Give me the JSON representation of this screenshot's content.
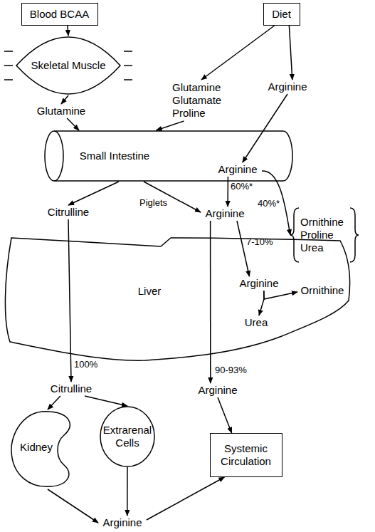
{
  "diagram": {
    "nodes": [
      {
        "text": [
          "Blood BCAA"
        ]
      },
      {
        "text": [
          "Diet"
        ]
      },
      {
        "text": [
          "Skeletal Muscle"
        ]
      },
      {
        "text": [
          "Glutamine"
        ]
      },
      {
        "text": [
          "Glutamine Glutamate Proline"
        ]
      },
      {
        "text": [
          "Arginine"
        ]
      },
      {
        "text": [
          "Small Intestine"
        ]
      },
      {
        "text": [
          "Arginine"
        ],
        "in": 6
      },
      {
        "text": [
          "Citrulline"
        ]
      },
      {
        "text": [
          "Arginine"
        ]
      },
      {
        "text": [
          "Ornithine Proline Urea"
        ]
      },
      {
        "text": [
          "Liver"
        ]
      },
      {
        "text": [
          "Arginine"
        ],
        "in": 11
      },
      {
        "text": [
          "Ornithine"
        ],
        "in": 11
      },
      {
        "text": [
          "Urea"
        ],
        "in": 11
      },
      {
        "text": [
          "Citrulline"
        ]
      },
      {
        "text": [
          "Arginine"
        ]
      },
      {
        "text": [
          "Kidney"
        ]
      },
      {
        "text": [
          "Extrarenal Cells"
        ]
      },
      {
        "text": [
          "Systemic Circulation"
        ]
      },
      {
        "text": [
          "Arginine"
        ]
      }
    ],
    "edges": [
      {
        "from": 0,
        "to": 2,
        "arrow": "to"
      },
      {
        "from": 1,
        "to": 4,
        "arrow": "to"
      },
      {
        "from": 1,
        "to": 5,
        "arrow": "to"
      },
      {
        "from": 2,
        "to": 3,
        "arrow": "to"
      },
      {
        "from": 3,
        "to": 6,
        "arrow": "to"
      },
      {
        "from": 4,
        "to": 6,
        "arrow": "to"
      },
      {
        "from": 5,
        "to": 7,
        "arrow": "to"
      },
      {
        "from": 6,
        "to": 8,
        "arrow": "to"
      },
      {
        "from": 6,
        "to": 9,
        "label": "Piglets",
        "arrow": "to"
      },
      {
        "from": 7,
        "to": 9,
        "label": "60%*",
        "arrow": "to"
      },
      {
        "from": 7,
        "to": 10,
        "label": "40%*",
        "arrow": "to"
      },
      {
        "from": 9,
        "to": 12,
        "label": "7-10%",
        "arrow": "to"
      },
      {
        "from": 12,
        "to": 13,
        "arrow": "to"
      },
      {
        "from": 12,
        "to": 14,
        "arrow": "to"
      },
      {
        "from": 8,
        "to": 15,
        "label": "100%",
        "arrow": "to"
      },
      {
        "from": 9,
        "to": 16,
        "label": "90-93%",
        "arrow": "to"
      },
      {
        "from": 15,
        "to": 17,
        "arrow": "to"
      },
      {
        "from": 15,
        "to": 18,
        "arrow": "to"
      },
      {
        "from": 16,
        "to": 19,
        "arrow": "to"
      },
      {
        "from": 17,
        "to": 20,
        "arrow": "to"
      },
      {
        "from": 18,
        "to": 20,
        "arrow": "to"
      },
      {
        "from": 20,
        "to": 19,
        "arrow": "to"
      }
    ]
  }
}
